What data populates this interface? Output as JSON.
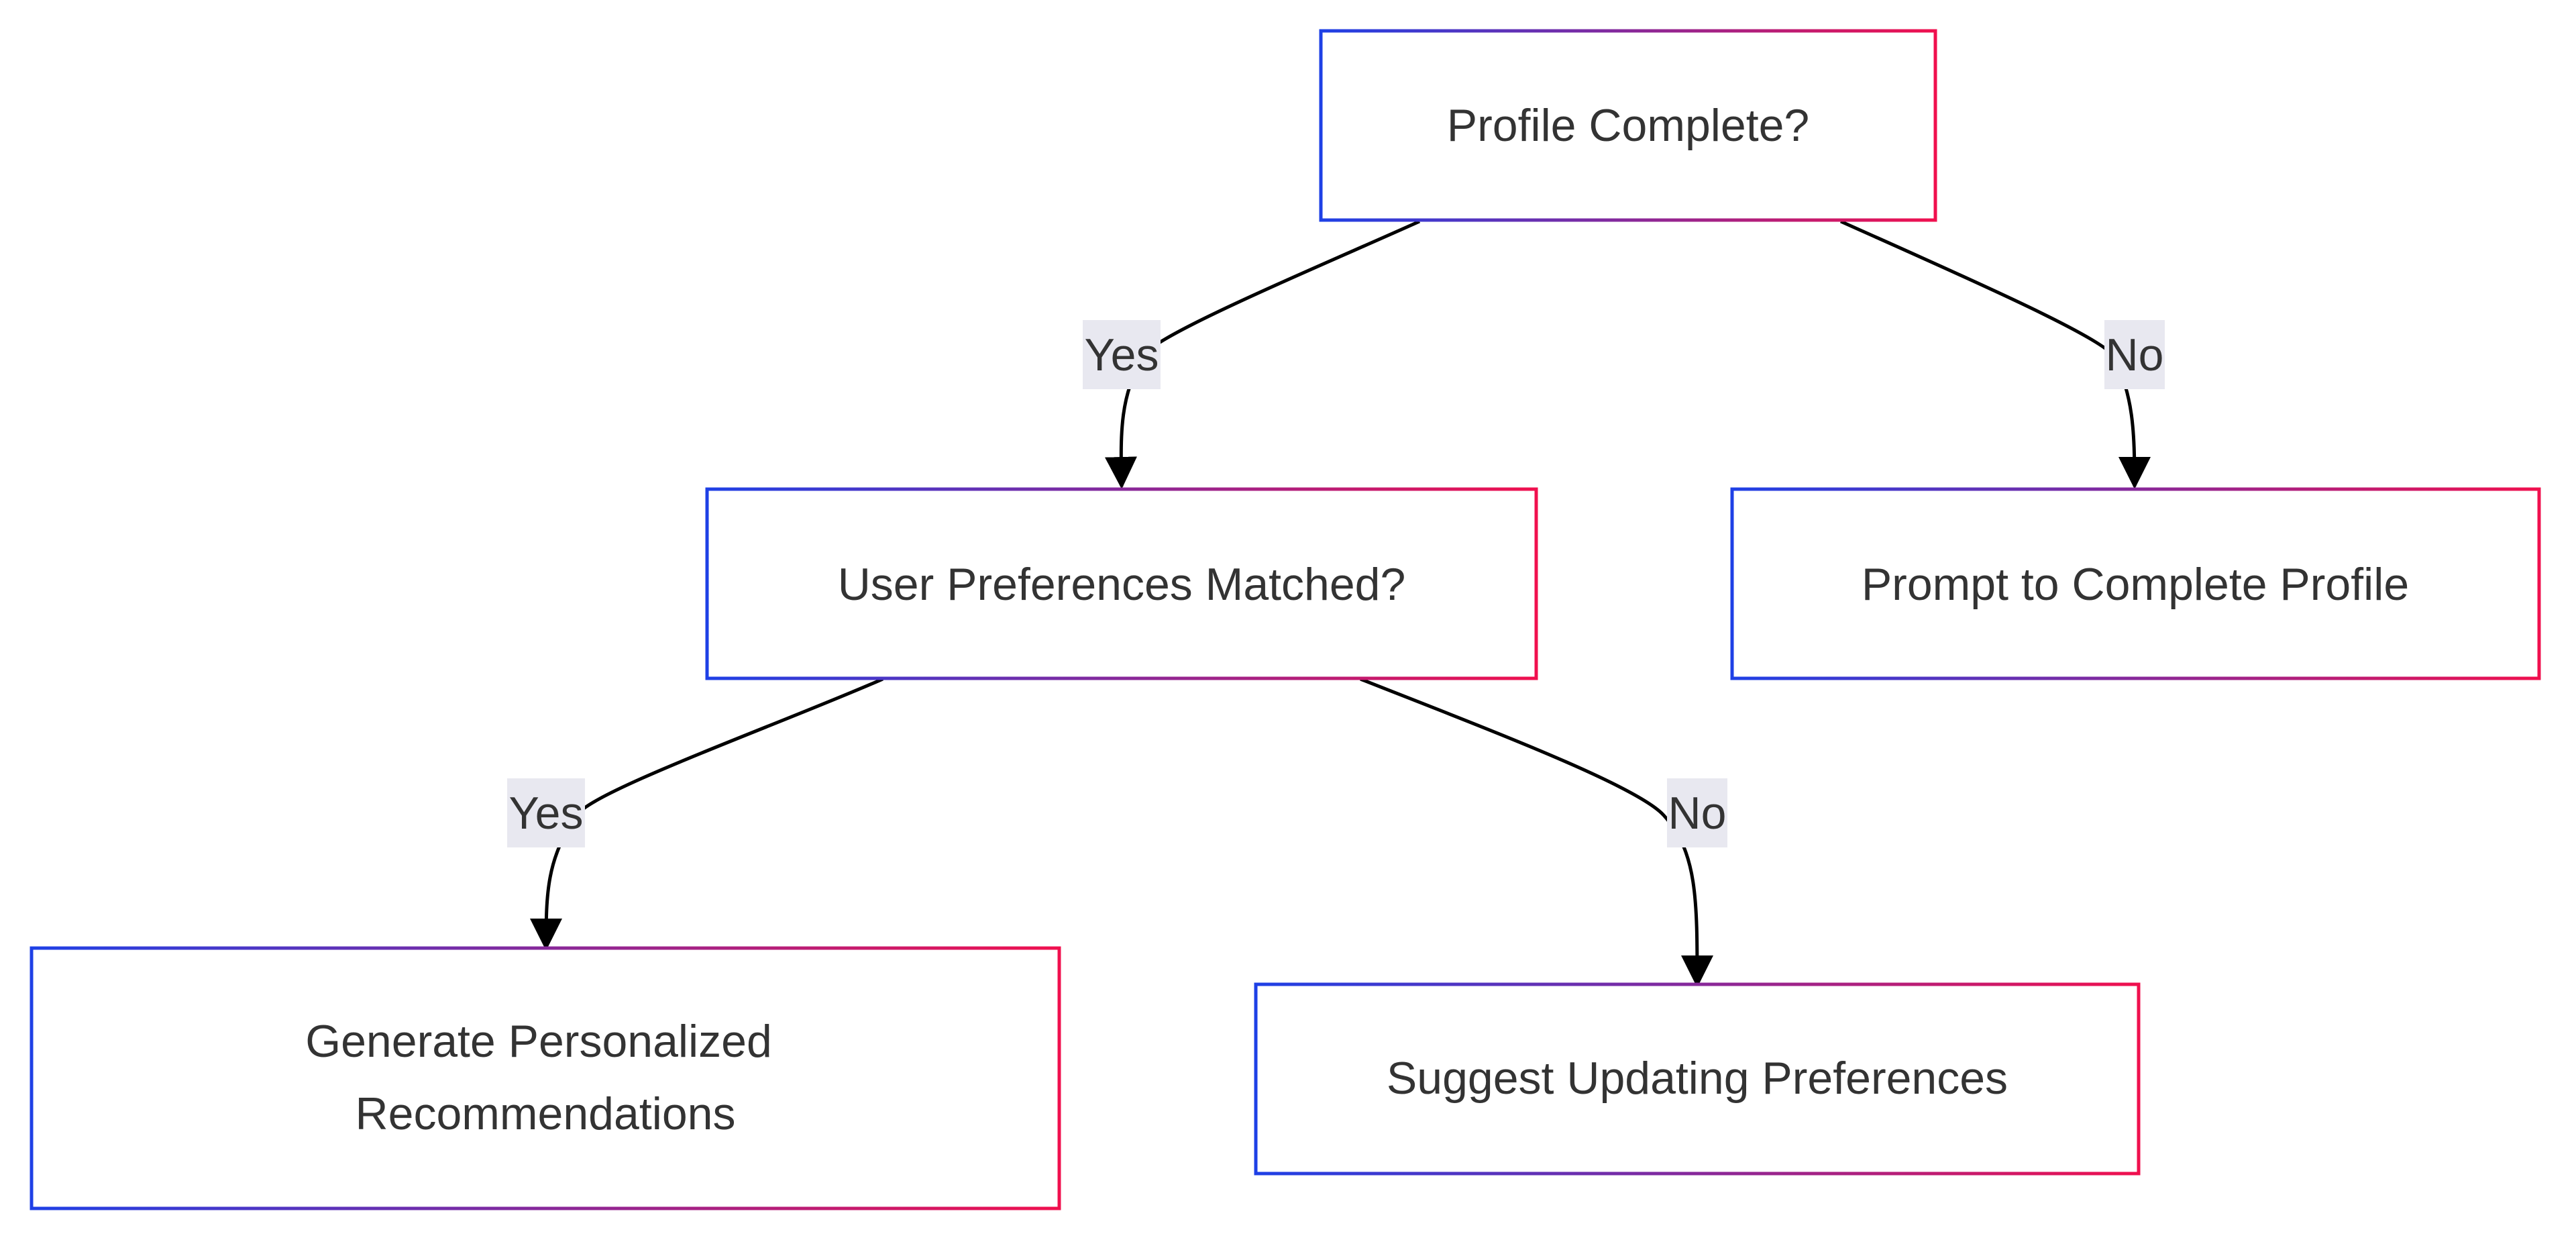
{
  "diagram": {
    "nodes": {
      "profile_complete": {
        "label": "Profile Complete?"
      },
      "preferences_matched": {
        "label": "User Preferences Matched?"
      },
      "prompt_complete": {
        "label": "Prompt to Complete Profile"
      },
      "generate_recommendations": {
        "label_line1": "Generate Personalized",
        "label_line2": "Recommendations"
      },
      "suggest_updating": {
        "label": "Suggest Updating Preferences"
      }
    },
    "edges": {
      "profile_yes": {
        "label": "Yes"
      },
      "profile_no": {
        "label": "No"
      },
      "prefs_yes": {
        "label": "Yes"
      },
      "prefs_no": {
        "label": "No"
      }
    },
    "colors": {
      "border_start": "#1e40e6",
      "border_end": "#f0104e",
      "edge": "#000000",
      "label_bg": "#e8e8f0",
      "text": "#333333"
    }
  }
}
